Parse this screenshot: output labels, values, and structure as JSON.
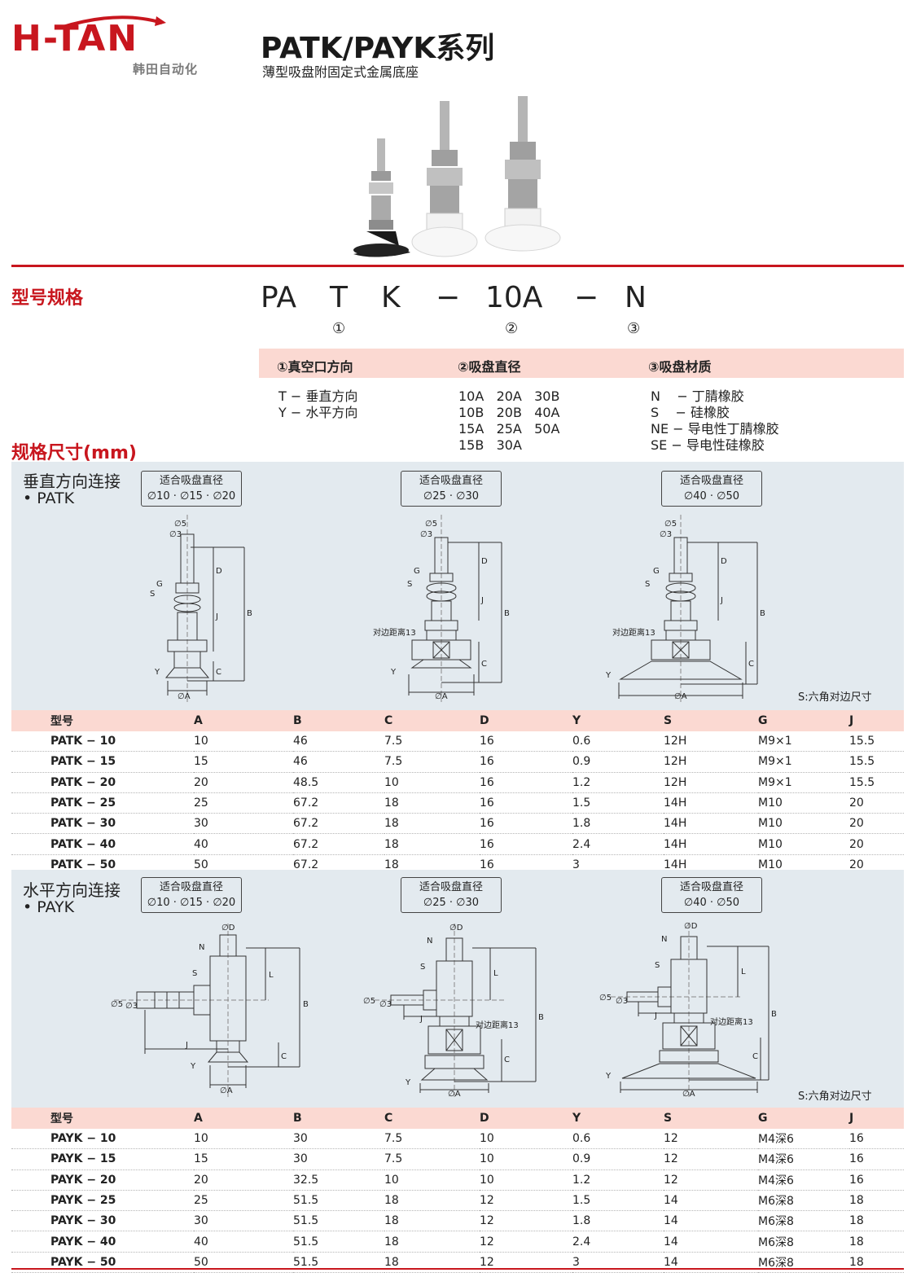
{
  "brand": {
    "logo": "H-TAN",
    "name": "韩田自动化"
  },
  "header": {
    "title": "PATK/PAYK系列",
    "subtitle": "薄型吸盘附固定式金属底座"
  },
  "model": {
    "heading": "型号规格",
    "code": [
      "PA",
      "T",
      "K",
      "−",
      "10A",
      "−",
      "N"
    ],
    "markers": [
      "①",
      "②",
      "③"
    ],
    "options": [
      {
        "title": "①真空口方向",
        "lines": [
          "T − 垂直方向",
          "Y − 水平方向"
        ]
      },
      {
        "title": "②吸盘直径",
        "lines": [
          "10A   20A   30B",
          "10B   20B   40A",
          "15A   25A   50A",
          "15B   30A"
        ]
      },
      {
        "title": "③吸盘材质",
        "lines": [
          "N    − 丁腈橡胶",
          "S    − 硅橡胶",
          "NE − 导电性丁腈橡胶",
          "SE − 导电性硅橡胶"
        ]
      }
    ]
  },
  "dims": {
    "heading": "规格尺寸(mm)",
    "fit_title": "适合吸盘直径",
    "fits": [
      "∅10 · ∅15 · ∅20",
      "∅25 · ∅30",
      "∅40 · ∅50"
    ],
    "s_note": "S:六角对边尺寸",
    "hex_label": "对边距离13",
    "labels": {
      "phi5": "∅5",
      "phi3": "∅3",
      "phiA": "∅A",
      "phiD": "∅D",
      "G": "G",
      "S": "S",
      "N": "N",
      "D": "D",
      "J": "J",
      "B": "B",
      "C": "C",
      "Y": "Y",
      "L": "L"
    },
    "columns": [
      "型号",
      "A",
      "B",
      "C",
      "D",
      "Y",
      "S",
      "G",
      "J"
    ]
  },
  "patk": {
    "title": "垂直方向连接",
    "sub": "• PATK",
    "rows": [
      [
        "PATK − 10",
        "10",
        "46",
        "7.5",
        "16",
        "0.6",
        "12H",
        "M9×1",
        "15.5"
      ],
      [
        "PATK − 15",
        "15",
        "46",
        "7.5",
        "16",
        "0.9",
        "12H",
        "M9×1",
        "15.5"
      ],
      [
        "PATK − 20",
        "20",
        "48.5",
        "10",
        "16",
        "1.2",
        "12H",
        "M9×1",
        "15.5"
      ],
      [
        "PATK − 25",
        "25",
        "67.2",
        "18",
        "16",
        "1.5",
        "14H",
        "M10",
        "20"
      ],
      [
        "PATK − 30",
        "30",
        "67.2",
        "18",
        "16",
        "1.8",
        "14H",
        "M10",
        "20"
      ],
      [
        "PATK − 40",
        "40",
        "67.2",
        "18",
        "16",
        "2.4",
        "14H",
        "M10",
        "20"
      ],
      [
        "PATK − 50",
        "50",
        "67.2",
        "18",
        "16",
        "3",
        "14H",
        "M10",
        "20"
      ]
    ]
  },
  "payk": {
    "title": "水平方向连接",
    "sub": "• PAYK",
    "rows": [
      [
        "PAYK − 10",
        "10",
        "30",
        "7.5",
        "10",
        "0.6",
        "12",
        "M4深6",
        "16"
      ],
      [
        "PAYK − 15",
        "15",
        "30",
        "7.5",
        "10",
        "0.9",
        "12",
        "M4深6",
        "16"
      ],
      [
        "PAYK − 20",
        "20",
        "32.5",
        "10",
        "10",
        "1.2",
        "12",
        "M4深6",
        "16"
      ],
      [
        "PAYK − 25",
        "25",
        "51.5",
        "18",
        "12",
        "1.5",
        "14",
        "M6深8",
        "18"
      ],
      [
        "PAYK − 30",
        "30",
        "51.5",
        "18",
        "12",
        "1.8",
        "14",
        "M6深8",
        "18"
      ],
      [
        "PAYK − 40",
        "40",
        "51.5",
        "18",
        "12",
        "2.4",
        "14",
        "M6深8",
        "18"
      ],
      [
        "PAYK − 50",
        "50",
        "51.5",
        "18",
        "12",
        "3",
        "14",
        "M6深8",
        "18"
      ]
    ]
  },
  "colors": {
    "brand_red": "#c8161e",
    "header_pink": "#fbd9d2",
    "panel_gray": "#e3eaef"
  }
}
